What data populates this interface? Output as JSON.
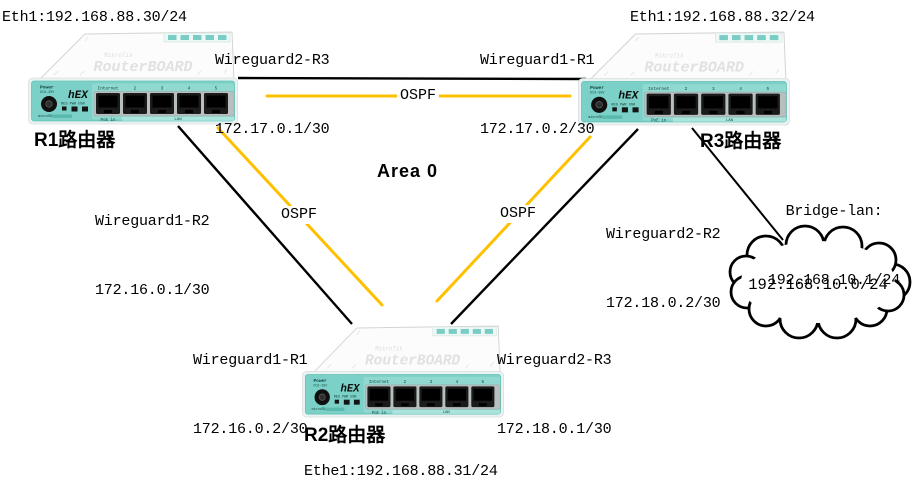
{
  "diagram": {
    "area_label": "Area 0",
    "ospf_label": "OSPF",
    "colors": {
      "ospf_adjacency": "#FFC000",
      "physical_link": "#000000",
      "router_teal": "#7BD0C7"
    }
  },
  "routers": {
    "r1": {
      "name": "R1路由器",
      "eth_label": "Eth1:192.168.88.30/24",
      "wg_to_r3": {
        "interface": "Wireguard2-R3",
        "ip": "172.17.0.1/30"
      },
      "wg_to_r2": {
        "interface": "Wireguard1-R2",
        "ip": "172.16.0.1/30"
      }
    },
    "r2": {
      "name": "R2路由器",
      "eth_label": "Ethe1:192.168.88.31/24",
      "wg_to_r1": {
        "interface": "Wireguard1-R1",
        "ip": "172.16.0.2/30"
      },
      "wg_to_r3": {
        "interface": "Wireguard2-R3",
        "ip": "172.18.0.1/30"
      }
    },
    "r3": {
      "name": "R3路由器",
      "eth_label": "Eth1:192.168.88.32/24",
      "wg_to_r1": {
        "interface": "Wireguard1-R1",
        "ip": "172.17.0.2/30"
      },
      "wg_to_r2": {
        "interface": "Wireguard2-R2",
        "ip": "172.18.0.2/30"
      },
      "bridge": {
        "interface": "Bridge-lan:",
        "ip": "192.168.10.1/24"
      }
    }
  },
  "cloud": {
    "network": "192.168.10.0/24"
  },
  "router_graphic": {
    "brand_top": "MikroTik",
    "brand": "RouterBOARD",
    "model": "hEX",
    "power_label": "Power",
    "power_sub": "DC8-30V",
    "leds": "RES PWR USR",
    "microsd": "microSD",
    "port_labels": [
      "Internet",
      "2",
      "3",
      "4",
      "5"
    ],
    "poe_label": "PoE in",
    "lan_label": "LAN"
  }
}
